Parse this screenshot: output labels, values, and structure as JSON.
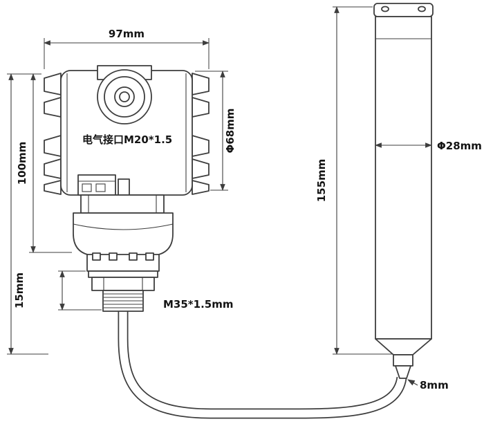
{
  "diagram": {
    "labels": {
      "housing_width": "97mm",
      "housing_height": "100mm",
      "housing_diameter": "Φ68mm",
      "electrical_interface": "电气接口M20*1.5",
      "flange_height": "15mm",
      "thread_spec": "M35*1.5mm",
      "probe_length": "155mm",
      "probe_diameter": "Φ28mm",
      "cable_diameter": "8mm"
    }
  }
}
